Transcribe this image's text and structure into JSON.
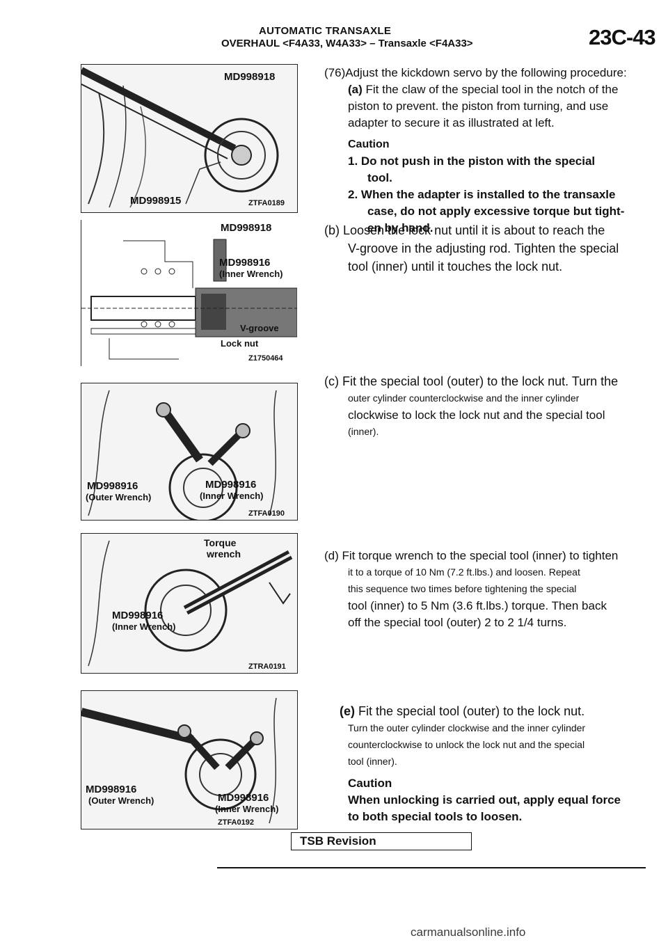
{
  "header": {
    "line1": "AUTOMATIC TRANSAXLE",
    "line2": "OVERHAUL <F4A33, W4A33> – Transaxle <F4A33>",
    "page_number": "23C-43"
  },
  "figures": [
    {
      "labels": [
        "MD998918",
        "MD998915"
      ],
      "code": "ZTFA0189"
    },
    {
      "labels": [
        "MD998918",
        "MD998916",
        "(Inner Wrench)",
        "V-groove",
        "Lock nut"
      ],
      "code": "Z1750464"
    },
    {
      "labels": [
        "MD998916",
        "(Outer Wrench)",
        "MD998916",
        "(Inner Wrench)"
      ],
      "code": "ZTFA0190"
    },
    {
      "labels": [
        "Torque",
        "wrench",
        "MD998916",
        "(Inner Wrench)"
      ],
      "code": "ZTRA0191"
    },
    {
      "labels": [
        "MD998916",
        "(Outer Wrench)",
        "MD998916",
        "(Inner Wrench)"
      ],
      "code": "ZTFA0192"
    }
  ],
  "steps": {
    "s76": "(76)Adjust the kickdown servo by the following procedure:",
    "a": {
      "label": "(a)",
      "text1": "Fit the claw of the special tool in the notch of the",
      "text2": "piston to prevent. the piston from turning, and use",
      "text3": "adapter to secure it as illustrated at left.",
      "caution_title": "Caution",
      "caution1": "1. Do not push in the piston with the special",
      "caution1b": "tool.",
      "caution2a": "2. When the adapter is installed to the transaxle",
      "caution2b": "case, do not apply excessive torque but tight-",
      "caution2c": "en by hand."
    },
    "b": {
      "text1": "(b) Loosen the lock nut until it is about to reach the",
      "text2": "V-groove in the adjusting rod. Tighten the special",
      "text3": "tool (inner) until it touches the lock nut."
    },
    "c": {
      "text1": "(c) Fit the special tool (outer) to the lock nut. Turn the",
      "text2": "outer cylinder counterclockwise and the inner cylinder",
      "text3": "clockwise to lock the lock nut and the special tool",
      "text4": "(inner)."
    },
    "d": {
      "text1": "(d) Fit torque wrench to the special tool (inner) to tighten",
      "text2": "it to a torque of 10 Nm (7.2 ft.lbs.) and loosen. Repeat",
      "text3": "this sequence two times before tightening the special",
      "text4": "tool (inner) to 5 Nm (3.6 ft.lbs.) torque. Then back",
      "text5": "off the special tool (outer) 2 to 2 1/4 turns."
    },
    "e": {
      "label": "(e)",
      "text1": "Fit the special tool (outer) to the lock nut.",
      "text2": "Turn the outer cylinder clockwise and the inner cylinder",
      "text3": "counterclockwise to unlock the lock nut and the special",
      "text4": "tool (inner).",
      "caution_title": "Caution",
      "caution1": "When unlocking is carried out, apply equal force",
      "caution2": "to both special tools to loosen."
    }
  },
  "footer": {
    "tsb": "TSB Revision",
    "watermark": "carmanualsonline.info"
  }
}
